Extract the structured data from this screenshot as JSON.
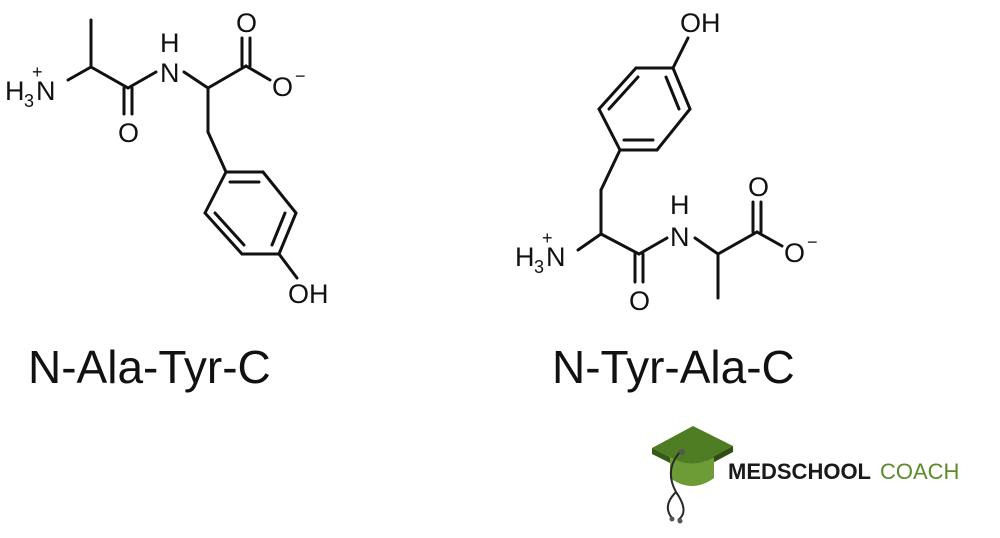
{
  "molecules": [
    {
      "caption": "N-Ala-Tyr-C",
      "labels": {
        "amine_h": "H",
        "amine_sub": "3",
        "amine_n": "N",
        "amine_charge": "+",
        "amide_n": "N",
        "amide_h": "H",
        "amide_o": "O",
        "carboxyl_o_double": "O",
        "carboxyl_o_single": "O",
        "carboxyl_charge": "−",
        "hydroxyl": "OH"
      }
    },
    {
      "caption": "N-Tyr-Ala-C",
      "labels": {
        "amine_h": "H",
        "amine_sub": "3",
        "amine_n": "N",
        "amine_charge": "+",
        "amide_n": "N",
        "amide_h": "H",
        "amide_o": "O",
        "carboxyl_o_double": "O",
        "carboxyl_o_single": "O",
        "carboxyl_charge": "−",
        "hydroxyl": "OH"
      }
    }
  ],
  "logo": {
    "brand_bold": "MEDSCHOOL",
    "brand_light": "COACH",
    "accent_color": "#5d8a2a",
    "icon": "graduation-cap-stethoscope-icon"
  }
}
